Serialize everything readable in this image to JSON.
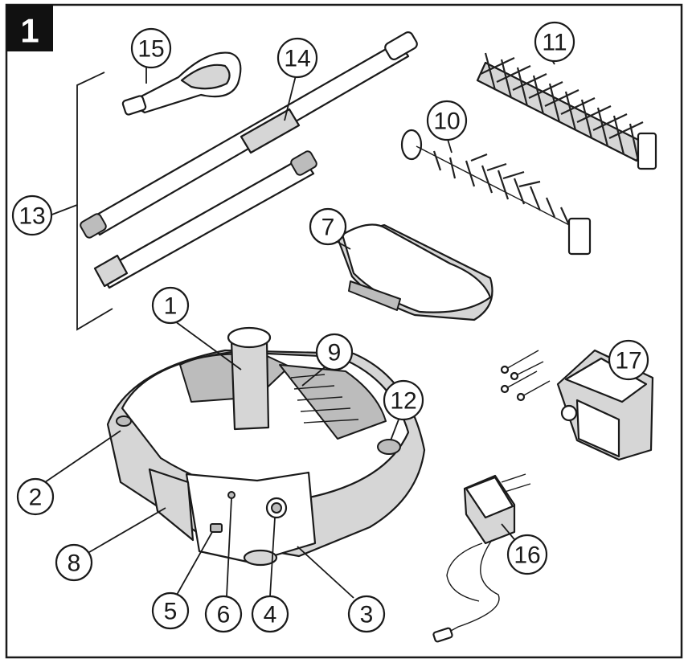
{
  "figure": {
    "figure_number": "1",
    "callouts": [
      {
        "id": "1",
        "label": "1"
      },
      {
        "id": "2",
        "label": "2"
      },
      {
        "id": "3",
        "label": "3"
      },
      {
        "id": "4",
        "label": "4"
      },
      {
        "id": "5",
        "label": "5"
      },
      {
        "id": "6",
        "label": "6"
      },
      {
        "id": "7",
        "label": "7"
      },
      {
        "id": "8",
        "label": "8"
      },
      {
        "id": "9",
        "label": "9"
      },
      {
        "id": "10",
        "label": "10"
      },
      {
        "id": "11",
        "label": "11"
      },
      {
        "id": "12",
        "label": "12"
      },
      {
        "id": "13",
        "label": "13"
      },
      {
        "id": "14",
        "label": "14"
      },
      {
        "id": "15",
        "label": "15"
      },
      {
        "id": "16",
        "label": "16"
      },
      {
        "id": "17",
        "label": "17"
      }
    ]
  },
  "colors": {
    "ink": "#1a1a1a",
    "paper": "#ffffff",
    "part_fill_light": "#d6d6d6",
    "part_fill_mid": "#bcbcbc"
  }
}
